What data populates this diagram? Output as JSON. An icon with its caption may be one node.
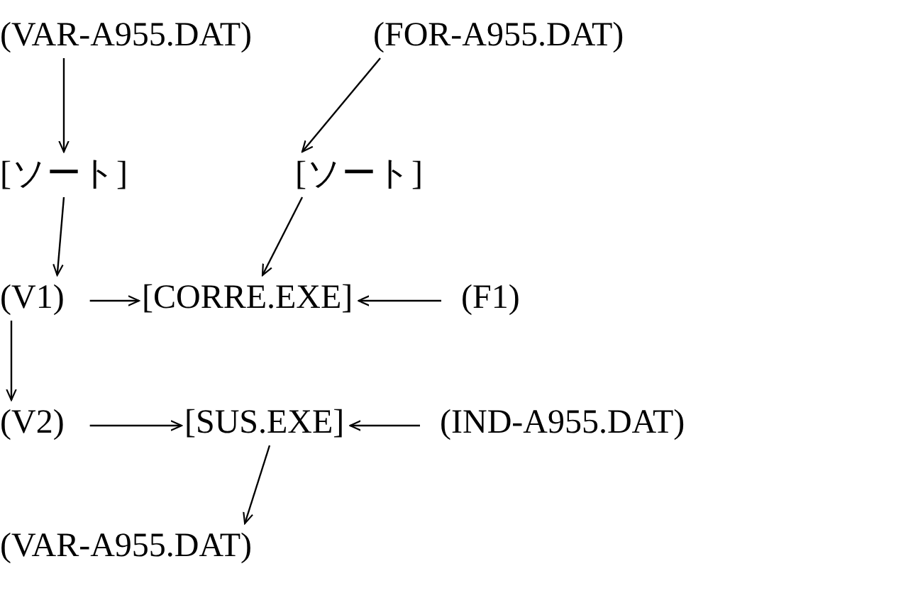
{
  "diagram": {
    "nodes": [
      {
        "text": [
          "(VAR-A955.DAT)"
        ]
      },
      {
        "text": [
          "(FOR-A955.DAT)"
        ]
      },
      {
        "text": [
          "[ソート]"
        ]
      },
      {
        "text": [
          "[ソート]"
        ]
      },
      {
        "text": [
          "(V1)"
        ]
      },
      {
        "text": [
          "[CORRE.EXE]"
        ]
      },
      {
        "text": [
          "(F1)"
        ]
      },
      {
        "text": [
          "(V2)"
        ]
      },
      {
        "text": [
          "[SUS.EXE]"
        ]
      },
      {
        "text": [
          "(IND-A955.DAT)"
        ]
      },
      {
        "text": [
          "(VAR-A955.DAT)"
        ]
      }
    ],
    "edges": [
      {
        "from": 0,
        "to": 2,
        "arrow": "to"
      },
      {
        "from": 1,
        "to": 3,
        "arrow": "to"
      },
      {
        "from": 2,
        "to": 4,
        "arrow": "to"
      },
      {
        "from": 3,
        "to": 5,
        "arrow": "to"
      },
      {
        "from": 4,
        "to": 5,
        "arrow": "to"
      },
      {
        "from": 6,
        "to": 5,
        "arrow": "to"
      },
      {
        "from": 4,
        "to": 7,
        "arrow": "to"
      },
      {
        "from": 7,
        "to": 8,
        "arrow": "to"
      },
      {
        "from": 9,
        "to": 8,
        "arrow": "to"
      },
      {
        "from": 8,
        "to": 10,
        "arrow": "to"
      }
    ]
  }
}
